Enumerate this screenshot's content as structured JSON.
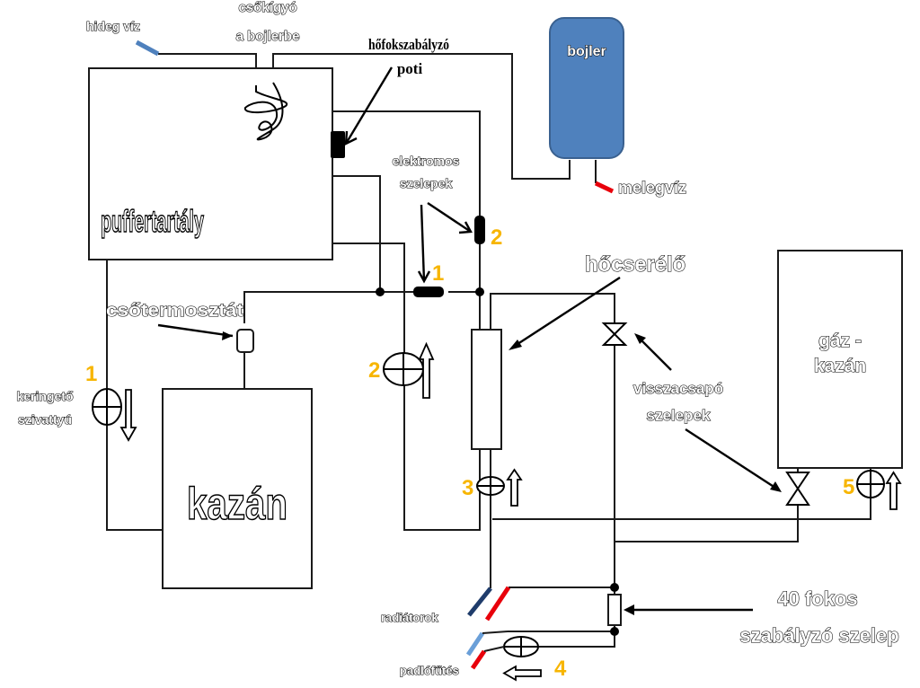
{
  "colors": {
    "pipe": "#1a1a1a",
    "number": "#f7b500",
    "boiler_fill": "#4f81bd",
    "boiler_stroke": "#3a6190",
    "cold_water": "#4f81bd",
    "hot_water": "#e8000b",
    "radiator_return": "#1f3c6b",
    "floor_return": "#6a9fd8"
  },
  "labels": {
    "cold_water": "hideg víz",
    "coil_line1": "csőkígyó",
    "coil_line2": "a bojlerbe",
    "thermo_pot_line1": "hőfokszabályzó",
    "thermo_pot_line2": "poti",
    "boiler": "bojler",
    "hot_water": "melegvíz",
    "electric_valves_line1": "elektromos",
    "electric_valves_line2": "szelepek",
    "buffer_tank": "puffertartály",
    "pipe_thermostat": "csőtermosztát",
    "heat_exchanger": "hőcserélő",
    "check_valves_line1": "visszacsapó",
    "check_valves_line2": "szelepek",
    "circ_pump_line1": "keringető",
    "circ_pump_line2": "szivattyú",
    "wood_boiler": "kazán",
    "gas_boiler_line1": "gáz -",
    "gas_boiler_line2": "kazán",
    "radiators": "radiátorok",
    "floor_heating": "padlófűtés",
    "mixing_valve_line1": "40 fokos",
    "mixing_valve_line2": "szabályzó szelep"
  },
  "numbers": {
    "pump1": "1",
    "pump2": "2",
    "pump3": "3",
    "pump4": "4",
    "pump5": "5",
    "valve1": "1",
    "valve2": "2"
  }
}
